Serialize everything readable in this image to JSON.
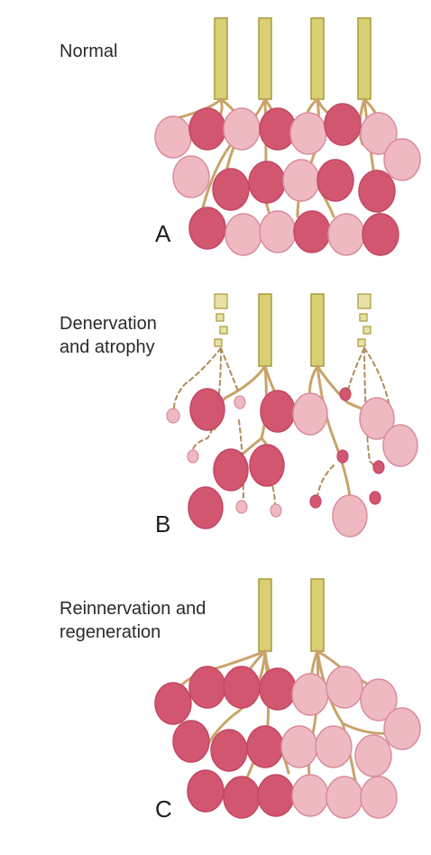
{
  "panels": [
    {
      "id": "A",
      "caption": "Normal",
      "letter": "A"
    },
    {
      "id": "B",
      "caption": "Denervation\nand atrophy",
      "letter": "B"
    },
    {
      "id": "C",
      "caption": "Reinnervation and\nregeneration",
      "letter": "C"
    }
  ],
  "colors": {
    "fiber_dark": "#d2566f",
    "fiber_light": "#efb9c2",
    "fiber_outline": "#c24862",
    "axon": "#d9cf74",
    "axon_outline": "#a89a3a",
    "branch": "#c9a36a",
    "branch_tip": "#d8705c"
  }
}
